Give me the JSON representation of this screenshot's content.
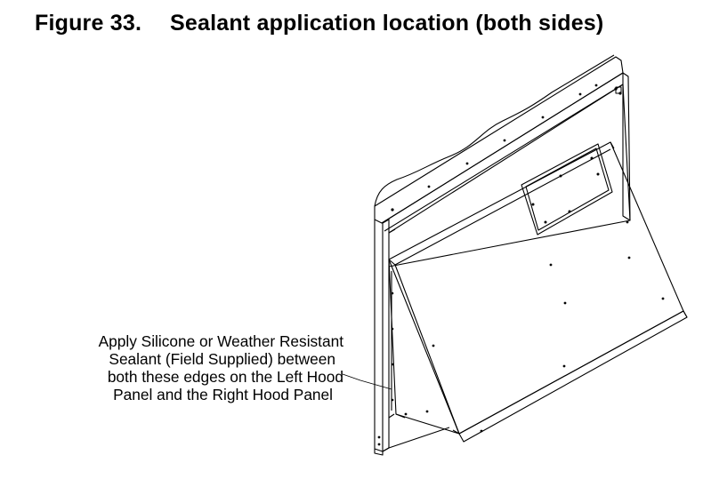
{
  "figure": {
    "number": "Figure 33.",
    "title": "Sealant application location (both sides)"
  },
  "callout": {
    "lines": [
      "Apply Silicone or Weather Resistant",
      "Sealant (Field Supplied) between",
      "both these edges on the Left Hood",
      "Panel and the Right Hood Panel"
    ]
  }
}
